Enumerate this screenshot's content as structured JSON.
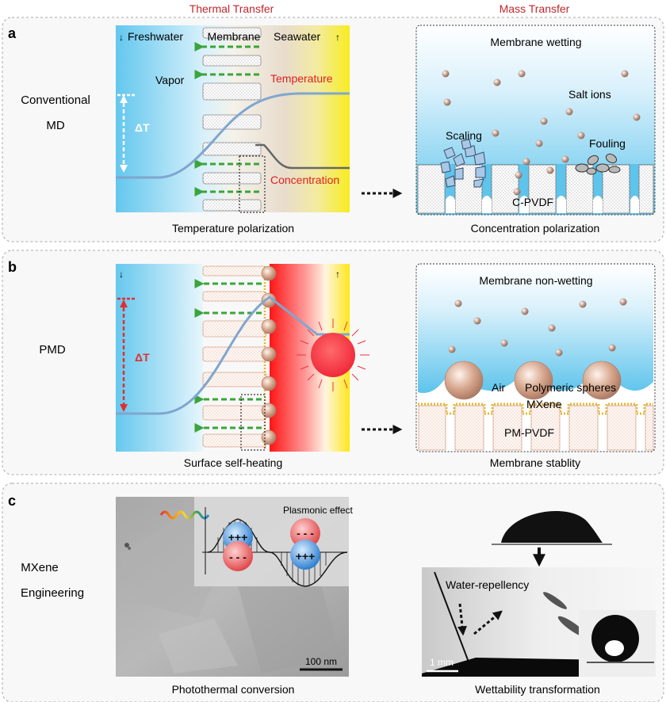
{
  "header": {
    "thermal": "Thermal Transfer",
    "mass": "Mass Transfer"
  },
  "panel_a": {
    "letter": "a",
    "side_line1": "Conventional",
    "side_line2": "MD",
    "freshwater": "Freshwater",
    "membrane": "Membrane",
    "seawater": "Seawater",
    "vapor": "Vapor",
    "temperature": "Temperature",
    "concentration": "Concentration",
    "delta_t": "ΔT",
    "left_caption": "Temperature polarization",
    "right_title": "Membrane wetting",
    "salt_ions": "Salt ions",
    "scaling": "Scaling",
    "fouling": "Fouling",
    "membrane_name": "C-PVDF",
    "right_caption": "Concentration polarization"
  },
  "panel_b": {
    "letter": "b",
    "side_label": "PMD",
    "delta_t": "ΔT",
    "left_caption": "Surface self-heating",
    "right_title": "Membrane non-wetting",
    "air": "Air",
    "polymeric_spheres": "Polymeric spheres",
    "mxene": "MXene",
    "membrane_name": "PM-PVDF",
    "right_caption": "Membrane stablity"
  },
  "panel_c": {
    "letter": "c",
    "side_line1": "MXene",
    "side_line2": "Engineering",
    "plasmonic": "Plasmonic effect",
    "scale_bar_tem": "100 nm",
    "left_caption": "Photothermal conversion",
    "water_repellency": "Water-repellency",
    "scale_bar_photo": "1 mm",
    "right_caption": "Wettability transformation"
  },
  "colors": {
    "header_red": "#c0262c",
    "arrow_green": "#3aa53a",
    "curve_blue": "#7fa6cf",
    "water_blue": "#5cc3ea",
    "delta_red": "#e03030",
    "sphere": "#d3a48a"
  }
}
